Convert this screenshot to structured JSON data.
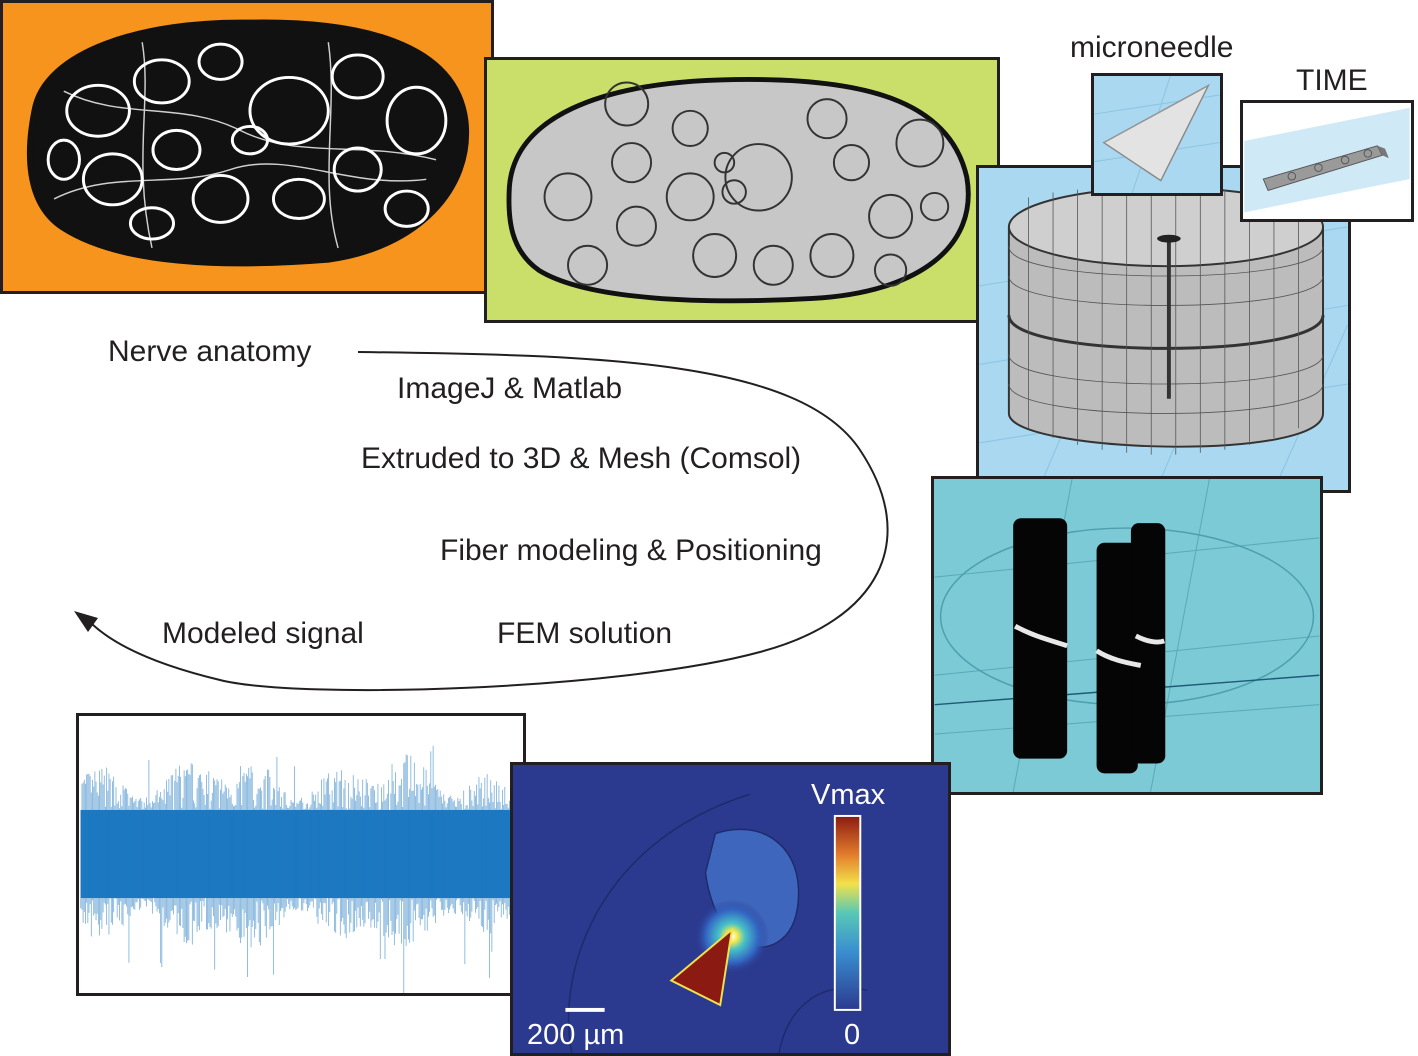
{
  "steps": {
    "nerve_anatomy": "Nerve anatomy",
    "imagej_matlab": "ImageJ & Matlab",
    "extruded_mesh": "Extruded to 3D & Mesh (Comsol)",
    "fiber_modeling": "Fiber modeling & Positioning",
    "fem_solution": "FEM solution",
    "modeled_signal": "Modeled signal"
  },
  "electrodes": {
    "microneedle": "microneedle",
    "time": "TIME"
  },
  "fem_panel": {
    "colorbar_max": "Vmax",
    "colorbar_min": "0",
    "scale_bar": "200 µm"
  },
  "colors": {
    "anatomy_bg": "#f7941d",
    "segmented_bg": "#c9df6a",
    "mesh_bg": "#a9d8f0",
    "fiber_bg": "#7bcad6",
    "signal_color": "#1d78c0",
    "fem_bg": "#2b3a8f",
    "needle_color": "#8b1a12"
  }
}
